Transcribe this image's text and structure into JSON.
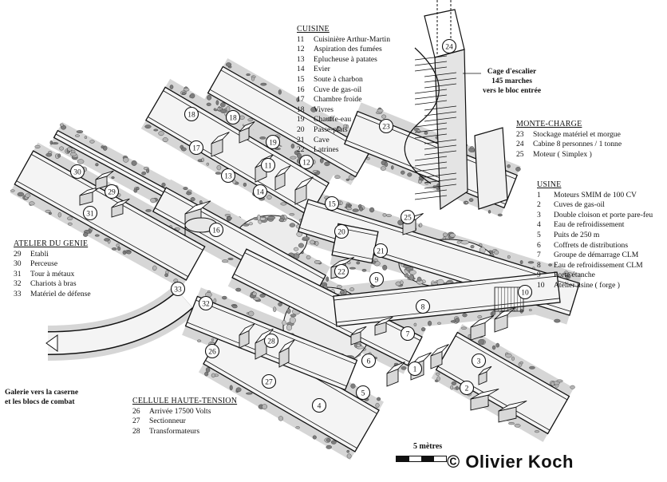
{
  "legends": {
    "cuisine": {
      "title": "CUISINE",
      "items": [
        {
          "n": "11",
          "label": "Cuisinière Arthur-Martin"
        },
        {
          "n": "12",
          "label": "Aspiration des fumées"
        },
        {
          "n": "13",
          "label": "Eplucheuse à patates"
        },
        {
          "n": "14",
          "label": "Evier"
        },
        {
          "n": "15",
          "label": "Soute à charbon"
        },
        {
          "n": "16",
          "label": "Cuve de gas-oil"
        },
        {
          "n": "17",
          "label": "Chambre froide"
        },
        {
          "n": "18",
          "label": "Vivres"
        },
        {
          "n": "19",
          "label": "Chauffe-eau"
        },
        {
          "n": "20",
          "label": "Passe-plats"
        },
        {
          "n": "21",
          "label": "Cave"
        },
        {
          "n": "22",
          "label": "Latrines"
        }
      ]
    },
    "monte_charge": {
      "title": "MONTE-CHARGE",
      "items": [
        {
          "n": "23",
          "label": "Stockage matériel et morgue"
        },
        {
          "n": "24",
          "label": "Cabine 8 personnes / 1 tonne"
        },
        {
          "n": "25",
          "label": "Moteur ( Simplex )"
        }
      ]
    },
    "usine": {
      "title": "USINE",
      "items": [
        {
          "n": "1",
          "label": "Moteurs SMIM de 100 CV"
        },
        {
          "n": "2",
          "label": "Cuves de gas-oil"
        },
        {
          "n": "3",
          "label": "Double cloison et porte pare-feu"
        },
        {
          "n": "4",
          "label": "Eau de refroidissement"
        },
        {
          "n": "5",
          "label": "Puits de 250 m"
        },
        {
          "n": "6",
          "label": "Coffrets de distributions"
        },
        {
          "n": "7",
          "label": "Groupe de démarrage CLM"
        },
        {
          "n": "8",
          "label": "Eau de refroidissement CLM"
        },
        {
          "n": "9",
          "label": "Porte étanche"
        },
        {
          "n": "10",
          "label": "Atelier usine ( forge )"
        }
      ]
    },
    "atelier": {
      "title": "ATELIER DU GENIE",
      "items": [
        {
          "n": "29",
          "label": "Etabli"
        },
        {
          "n": "30",
          "label": "Perceuse"
        },
        {
          "n": "31",
          "label": "Tour à métaux"
        },
        {
          "n": "32",
          "label": "Chariots à bras"
        },
        {
          "n": "33",
          "label": "Matériel de défense"
        }
      ]
    },
    "cellule": {
      "title": "CELLULE HAUTE-TENSION",
      "items": [
        {
          "n": "26",
          "label": "Arrivée 17500 Volts"
        },
        {
          "n": "27",
          "label": "Sectionneur"
        },
        {
          "n": "28",
          "label": "Transformateurs"
        }
      ]
    }
  },
  "notes": {
    "stair": [
      "Cage d'escalier",
      "145 marches",
      "vers le bloc entrée"
    ],
    "gallery": [
      "Galerie vers la caserne",
      "et les blocs de combat"
    ]
  },
  "scale_label": "5 mètres",
  "credit": "© Olivier Koch",
  "markers": [
    "1",
    "2",
    "3",
    "4",
    "5",
    "6",
    "7",
    "8",
    "9",
    "10",
    "11",
    "12",
    "13",
    "14",
    "15",
    "16",
    "17",
    "18",
    "18",
    "19",
    "20",
    "21",
    "22",
    "23",
    "24",
    "25",
    "26",
    "27",
    "28",
    "29",
    "30",
    "31",
    "32",
    "33"
  ],
  "colors": {
    "ink": "#111111",
    "floor": "#f4f4f4",
    "wall_top": "#ffffff",
    "wall_side": "#bdbdbd",
    "rock": "#9a9a9a"
  }
}
